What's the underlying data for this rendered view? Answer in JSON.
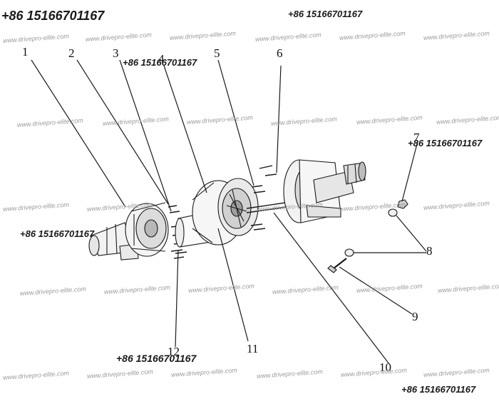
{
  "callouts": [
    "1",
    "2",
    "3",
    "4",
    "5",
    "6",
    "7",
    "8",
    "9",
    "10",
    "11",
    "12"
  ],
  "phone": "+86 15166701167",
  "watermark": "www.drivepro-elite.com",
  "colors": {
    "ink": "#1a1a1a",
    "watermark": "#9a9a9a"
  }
}
